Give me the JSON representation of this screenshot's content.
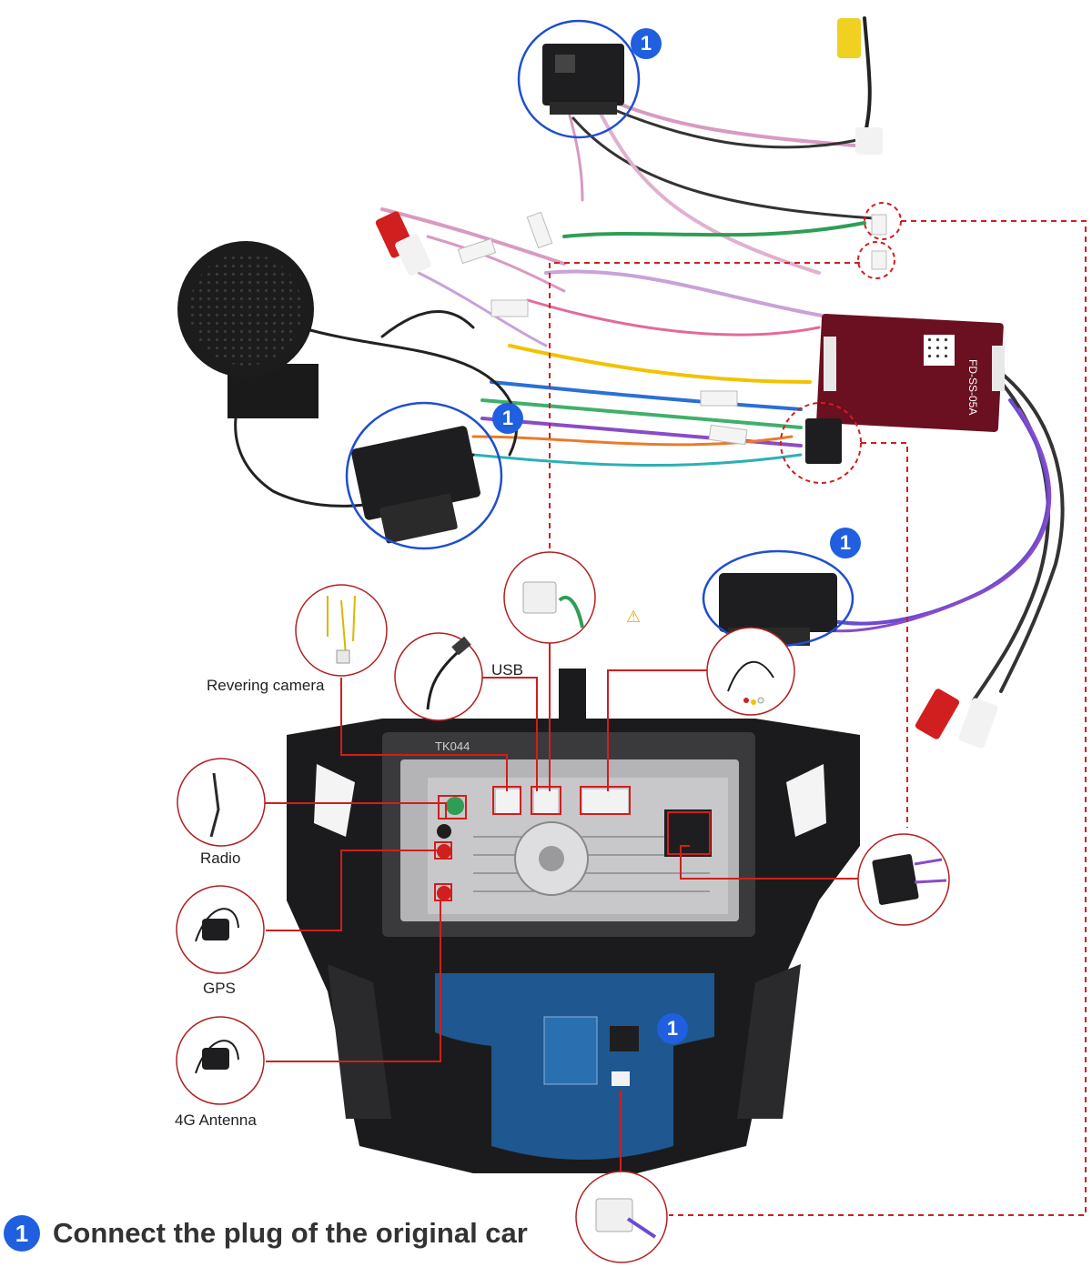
{
  "labels": {
    "reversing_camera": "Revering camera",
    "usb": "USB",
    "radio": "Radio",
    "gps": "GPS",
    "antenna_4g": "4G Antenna"
  },
  "badge_number": "1",
  "footer_text": "Connect the plug of the original car",
  "box_labels": {
    "canbus_model": "FD-SS-05A",
    "head_unit_model": "TK044"
  },
  "colors": {
    "accent_blue": "#1f5fe0",
    "connector_red": "#d11e1e",
    "dark_plastic": "#1e1e20"
  },
  "icons": [
    "warning-icon"
  ]
}
